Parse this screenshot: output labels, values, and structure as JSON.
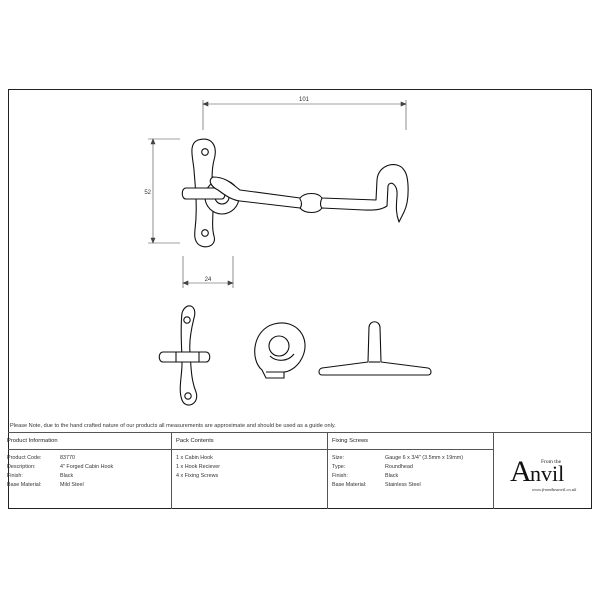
{
  "dimensions": {
    "width": "101",
    "height": "52",
    "plate_width": "24"
  },
  "note": "Please Note, due to the hand crafted nature of our products all measurements are approximate and should be used as a guide only.",
  "product_info": {
    "header": "Product Information",
    "rows": [
      {
        "label": "Product Code:",
        "value": "83770"
      },
      {
        "label": "Description:",
        "value": "4\" Forged Cabin Hook"
      },
      {
        "label": "Finish:",
        "value": "Black"
      },
      {
        "label": "Base Material:",
        "value": "Mild Steel"
      }
    ]
  },
  "pack_contents": {
    "header": "Pack Contents",
    "items": [
      "1 x Cabin Hook",
      "1 x Hook Reciever",
      "4 x Fixing Screws"
    ]
  },
  "fixing_screws": {
    "header": "Fixing Screws",
    "rows": [
      {
        "label": "Size:",
        "value": "Gauge 6 x 3/4\" (3.5mm x 19mm)"
      },
      {
        "label": "Type:",
        "value": "Roundhead"
      },
      {
        "label": "Finish:",
        "value": "Black"
      },
      {
        "label": "Base Material:",
        "value": "Stainless Steel"
      }
    ]
  },
  "logo": {
    "from": "From the",
    "a": "A",
    "main": "nvil",
    "url": "www.fromtheanvil.co.uk"
  }
}
